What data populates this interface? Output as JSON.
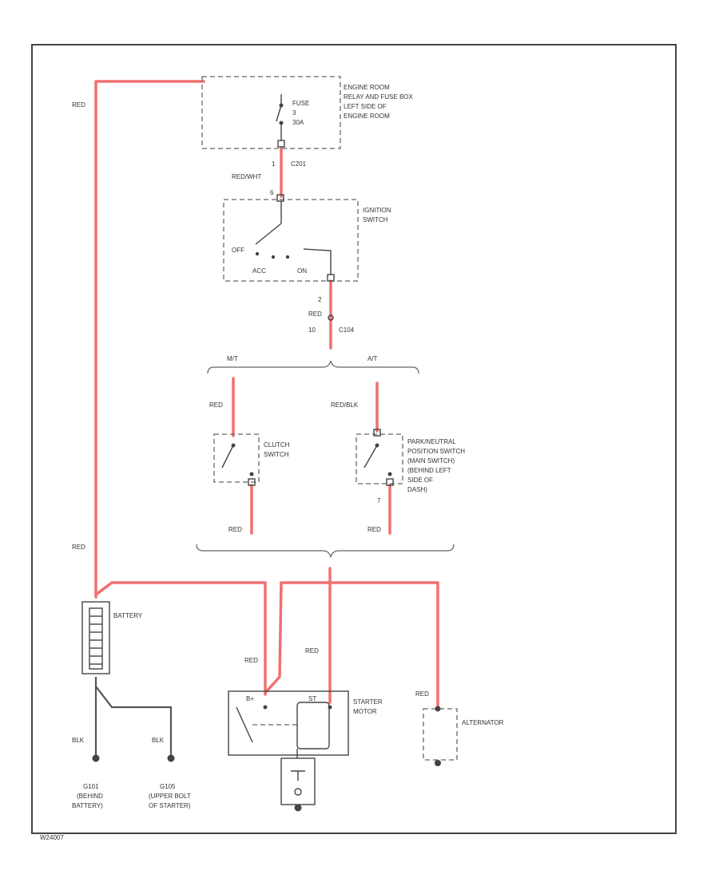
{
  "colors": {
    "wire_red": "#f07070",
    "wire_black": "#555555",
    "outline": "#444444"
  },
  "labels": {
    "fuse_box": [
      "ENGINE ROOM",
      "RELAY AND FUSE BOX",
      "LEFT SIDE OF",
      "ENGINE ROOM"
    ],
    "fuse": [
      "FUSE",
      "3",
      "30A"
    ],
    "c201": "C201",
    "c201_pin": "1",
    "red_wht": "RED/WHT",
    "ignition_switch": [
      "IGNITION",
      "SWITCH"
    ],
    "ign_pin_top": "6",
    "ign_off": "OFF",
    "ign_acc": "ACC",
    "ign_on": "ON",
    "ign_start_pin": "2",
    "red_ign_out": "RED",
    "c104": "C104",
    "c104_pin": "10",
    "mt": "M/T",
    "at": "A/T",
    "red_mt_in": "RED",
    "red_blk_at_in": "RED/BLK",
    "clutch_switch": [
      "CLUTCH",
      "SWITCH"
    ],
    "pn_switch": [
      "PARK/NEUTRAL",
      "POSITION SWITCH",
      "(MAIN SWITCH)",
      "(BEHIND LEFT",
      "SIDE OF",
      "DASH)"
    ],
    "pn_pin": "7",
    "red_mt_out": "RED",
    "red_at_out": "RED",
    "red_top_left": "RED",
    "red_left_mid": "RED",
    "battery": "BATTERY",
    "red_starter_b": "RED",
    "red_starter_st": "RED",
    "starter_b": "B+",
    "starter_st": "ST",
    "starter_motor": [
      "STARTER",
      "MOTOR"
    ],
    "red_alternator": "RED",
    "alternator": "ALTERNATOR",
    "blk_1": "BLK",
    "blk_2": "BLK",
    "g101": [
      "G101",
      "(BEHIND",
      "BATTERY)"
    ],
    "g105": [
      "G105",
      "(UPPER BOLT",
      "OF STARTER)"
    ],
    "figure_code": "W24007"
  }
}
